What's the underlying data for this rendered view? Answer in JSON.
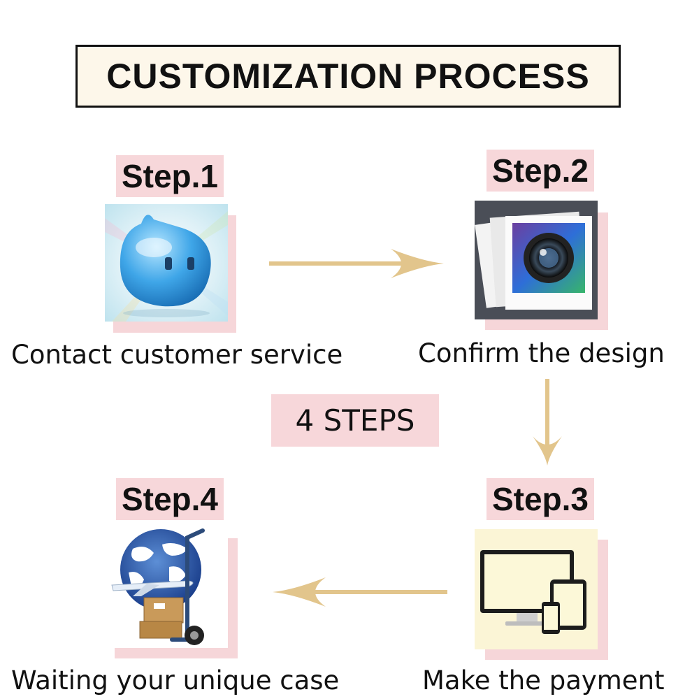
{
  "title": "CUSTOMIZATION PROCESS",
  "center_badge": "4 STEPS",
  "steps": [
    {
      "label": "Step.1",
      "caption": "Contact customer service",
      "icon": "chat-bubble-icon"
    },
    {
      "label": "Step.2",
      "caption": "Confirm the design",
      "icon": "camera-photos-icon"
    },
    {
      "label": "Step.3",
      "caption": "Make the payment",
      "icon": "devices-icon"
    },
    {
      "label": "Step.4",
      "caption": "Waiting your unique case",
      "icon": "shipping-globe-icon"
    }
  ],
  "colors": {
    "arrow": "#e2c58c",
    "label_bg": "#f7d7da",
    "title_bg": "#fdf7ea"
  }
}
